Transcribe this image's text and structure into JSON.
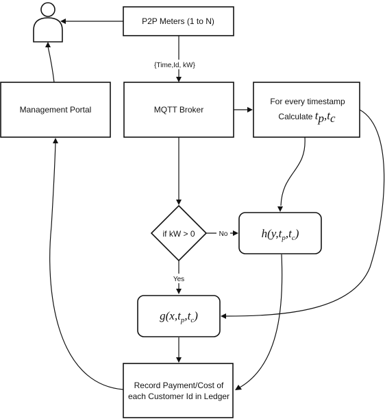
{
  "nodes": {
    "user": {
      "icon": "user-icon"
    },
    "meters": {
      "label": "P2P Meters  (1 to N)"
    },
    "management_portal": {
      "label": "Management Portal"
    },
    "mqtt_broker": {
      "label": "MQTT Broker"
    },
    "timestamp_calc": {
      "line1": "For every timestamp",
      "line2_prefix": "Calculate ",
      "math_t": "t",
      "math_p": "p",
      "math_c": "c"
    },
    "decision": {
      "label": "if kW > 0"
    },
    "h_function": {
      "fn": "h",
      "var": "y",
      "t": "t",
      "p": "p",
      "c": "c"
    },
    "g_function": {
      "fn": "g",
      "var": "x",
      "t": "t",
      "p": "p",
      "c": "c"
    },
    "ledger": {
      "line1": "Record Payment/Cost of",
      "line2": "each Customer Id in Ledger"
    }
  },
  "edges": {
    "meters_to_broker": {
      "label": "{Time,Id, kW}"
    },
    "decision_no": {
      "label": "No"
    },
    "decision_yes": {
      "label": "Yes"
    }
  }
}
